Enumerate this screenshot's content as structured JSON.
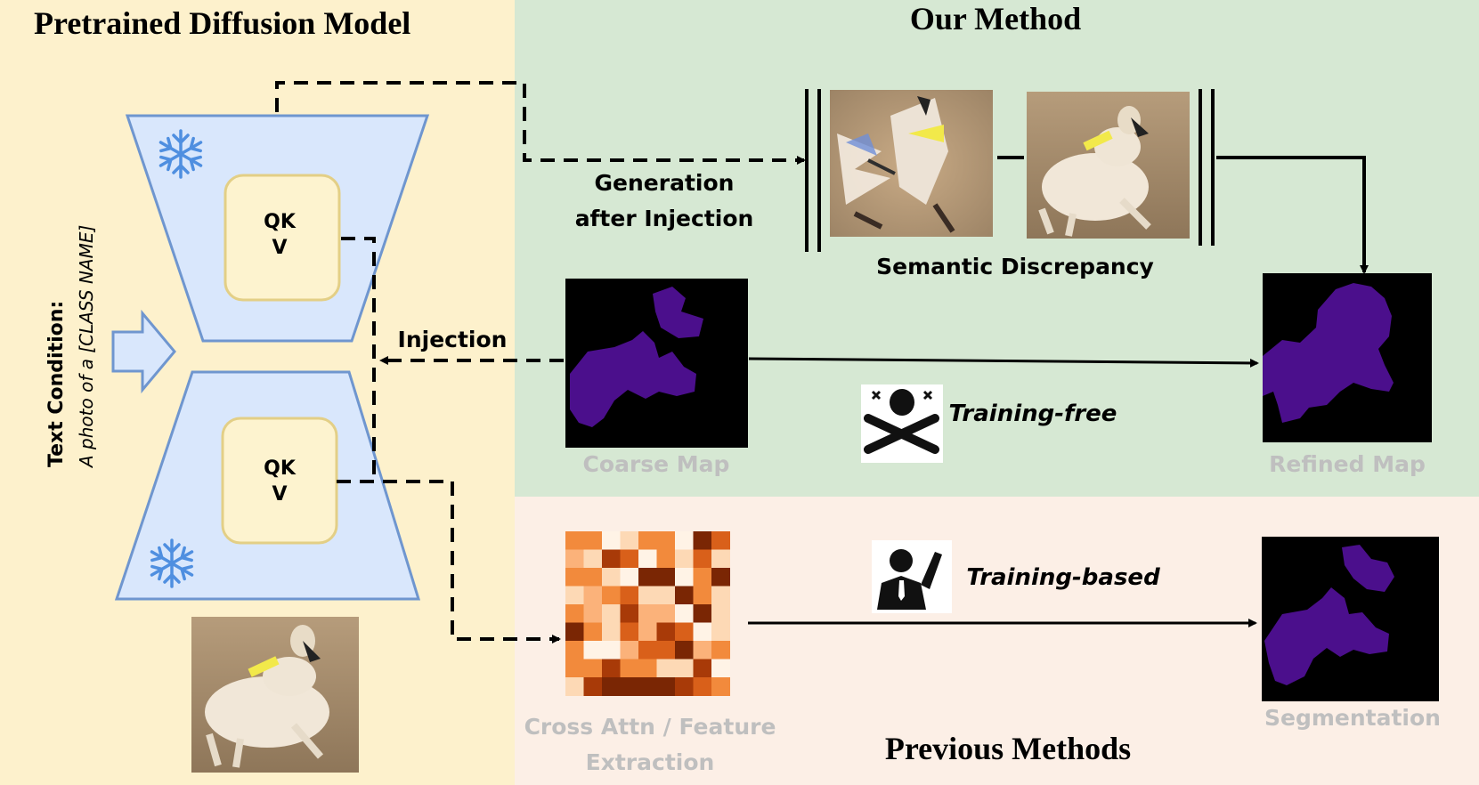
{
  "left_panel": {
    "title": "Pretrained Diffusion Model",
    "text_condition_label": "Text Condition:",
    "text_condition_prompt": "A photo of a [CLASS NAME]",
    "encoder_block_label_line1": "QK",
    "encoder_block_label_line2": "V",
    "decoder_block_label_line1": "QK",
    "decoder_block_label_line2": "V",
    "input_image": "afghan-hound-photo"
  },
  "our_method": {
    "title": "Our Method",
    "generation_label_line1": "Generation",
    "generation_label_line2": "after Injection",
    "discrepancy_label": "Semantic Discrepancy",
    "injection_label": "Injection",
    "coarse_map_label": "Coarse Map",
    "refined_map_label": "Refined Map",
    "training_free_label": "Training-free",
    "training_free_icon": "no-training-skull-icon"
  },
  "previous_methods": {
    "title": "Previous Methods",
    "cross_attn_label_line1": "Cross Attn / Feature",
    "cross_attn_label_line2": "Extraction",
    "segmentation_label": "Segmentation",
    "training_based_label": "Training-based",
    "training_based_icon": "trainer-person-icon"
  },
  "colors": {
    "left_bg": "#fdf1cc",
    "our_method_bg": "#d6e8d3",
    "previous_bg": "#fcefe6",
    "unet_fill": "#d9e7fc",
    "unet_stroke": "#6f96cf",
    "block_fill": "#fdf3cf",
    "block_stroke": "#e3cf86",
    "mask_purple": "#4b0f8c",
    "snowflake": "#4f8fe0"
  }
}
